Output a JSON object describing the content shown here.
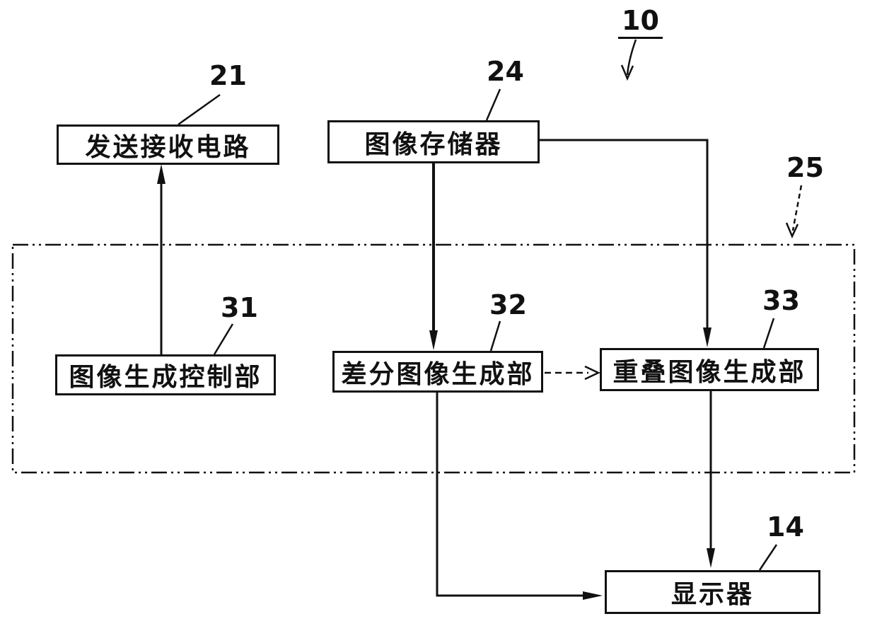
{
  "figure": {
    "system_ref": "10",
    "group_ref": "25",
    "nodes": {
      "transceiver": {
        "ref": "21",
        "label": "发送接收电路"
      },
      "image_memory": {
        "ref": "24",
        "label": "图像存储器"
      },
      "image_gen_control": {
        "ref": "31",
        "label": "图像生成控制部"
      },
      "diff_image_gen": {
        "ref": "32",
        "label": "差分图像生成部"
      },
      "overlay_image_gen": {
        "ref": "33",
        "label": "重叠图像生成部"
      },
      "display": {
        "ref": "14",
        "label": "显示器"
      }
    },
    "connections": [
      {
        "from": "31",
        "to": "21",
        "style": "solid-arrow"
      },
      {
        "from": "24",
        "to": "32",
        "style": "solid-arrow"
      },
      {
        "from": "24",
        "to": "33",
        "style": "solid-arrow"
      },
      {
        "from": "32",
        "to": "33",
        "style": "dashed-arrow"
      },
      {
        "from": "33",
        "to": "14",
        "style": "solid-arrow"
      },
      {
        "from": "32",
        "to": "14",
        "style": "solid-arrow"
      }
    ],
    "line_color": "#111111"
  }
}
